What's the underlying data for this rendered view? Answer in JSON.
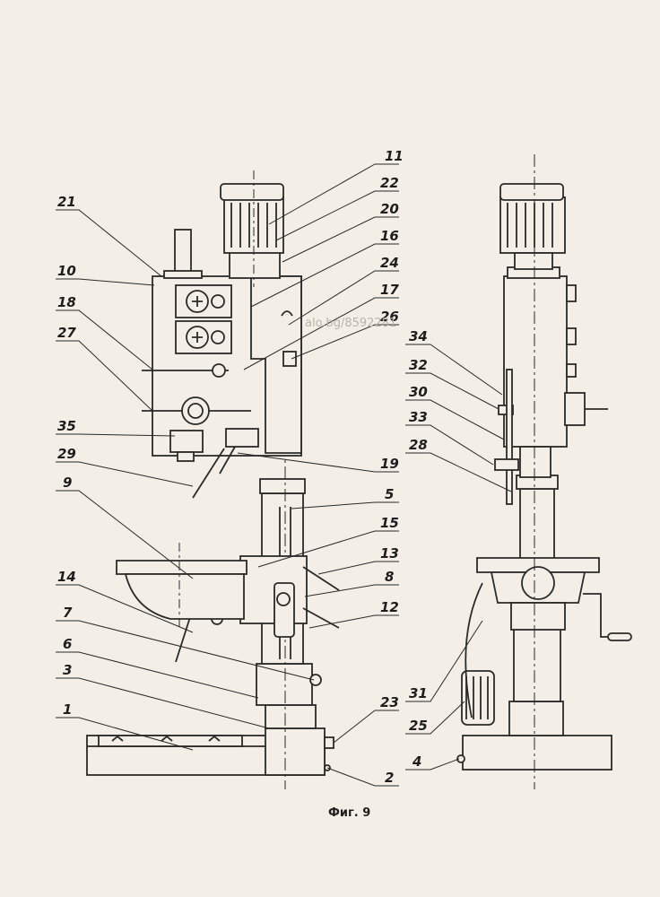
{
  "figure_caption": "Фиг. 9",
  "watermark": "alo.bg/8592281",
  "callouts_left": [
    "11",
    "22",
    "20",
    "16",
    "24",
    "17",
    "26",
    "21",
    "10",
    "18",
    "27",
    "35",
    "29",
    "9",
    "19",
    "5",
    "15",
    "13",
    "8",
    "12",
    "14",
    "7",
    "6",
    "3",
    "23",
    "1",
    "2"
  ],
  "callouts_right": [
    "34",
    "32",
    "30",
    "33",
    "28",
    "31",
    "25",
    "4"
  ]
}
